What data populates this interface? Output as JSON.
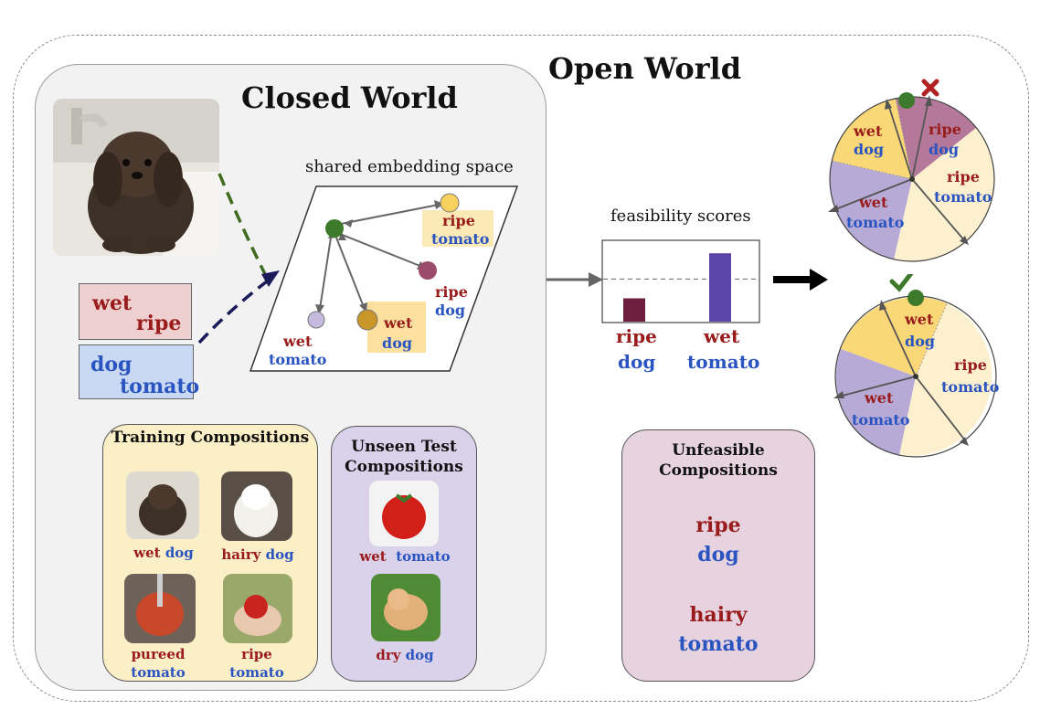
{
  "titles": {
    "open_world": "Open World",
    "closed_world": "Closed World"
  },
  "embedding": {
    "label": "shared embedding space",
    "nodes": [
      {
        "attr": "ripe",
        "obj": "tomato"
      },
      {
        "attr": "ripe",
        "obj": "dog"
      },
      {
        "attr": "wet",
        "obj": "dog"
      },
      {
        "attr": "wet",
        "obj": "tomato"
      }
    ]
  },
  "input_tokens": {
    "attrs": [
      "wet",
      "ripe"
    ],
    "objs": [
      "dog",
      "tomato"
    ]
  },
  "feasibility": {
    "label": "feasibility scores",
    "bars": [
      {
        "attr": "ripe",
        "obj": "dog",
        "score": 0.29,
        "color": "#6e1f3f"
      },
      {
        "attr": "wet",
        "obj": "tomato",
        "score": 0.85,
        "color": "#5b46a8"
      }
    ],
    "threshold": 0.53
  },
  "training": {
    "title": "Training Compositions",
    "items": [
      {
        "attr": "wet",
        "obj": "dog"
      },
      {
        "attr": "hairy",
        "obj": "dog"
      },
      {
        "attr": "pureed",
        "obj": "tomato"
      },
      {
        "attr": "ripe",
        "obj": "tomato"
      }
    ]
  },
  "unseen": {
    "title": "Unseen Test Compositions",
    "items": [
      {
        "attr": "wet",
        "obj": "tomato"
      },
      {
        "attr": "dry",
        "obj": "dog"
      }
    ]
  },
  "unfeasible": {
    "title": "Unfeasible Compositions",
    "items": [
      {
        "attr": "ripe",
        "obj": "dog"
      },
      {
        "attr": "hairy",
        "obj": "tomato"
      }
    ]
  },
  "pie_top": {
    "labels": [
      {
        "attr": "wet",
        "obj": "dog"
      },
      {
        "attr": "ripe",
        "obj": "dog"
      },
      {
        "attr": "ripe",
        "obj": "tomato"
      },
      {
        "attr": "wet",
        "obj": "tomato"
      }
    ]
  },
  "pie_bottom": {
    "labels": [
      {
        "attr": "wet",
        "obj": "dog"
      },
      {
        "attr": "ripe",
        "obj": "tomato"
      },
      {
        "attr": "wet",
        "obj": "tomato"
      }
    ]
  },
  "colors": {
    "attr": "#991b1b",
    "obj": "#2a55c0",
    "closed_bg": "#f2f2f2",
    "training_bg": "#fbefc8",
    "unseen_bg": "#d9d2ea",
    "unfeasible_bg": "#e7d3e0"
  }
}
